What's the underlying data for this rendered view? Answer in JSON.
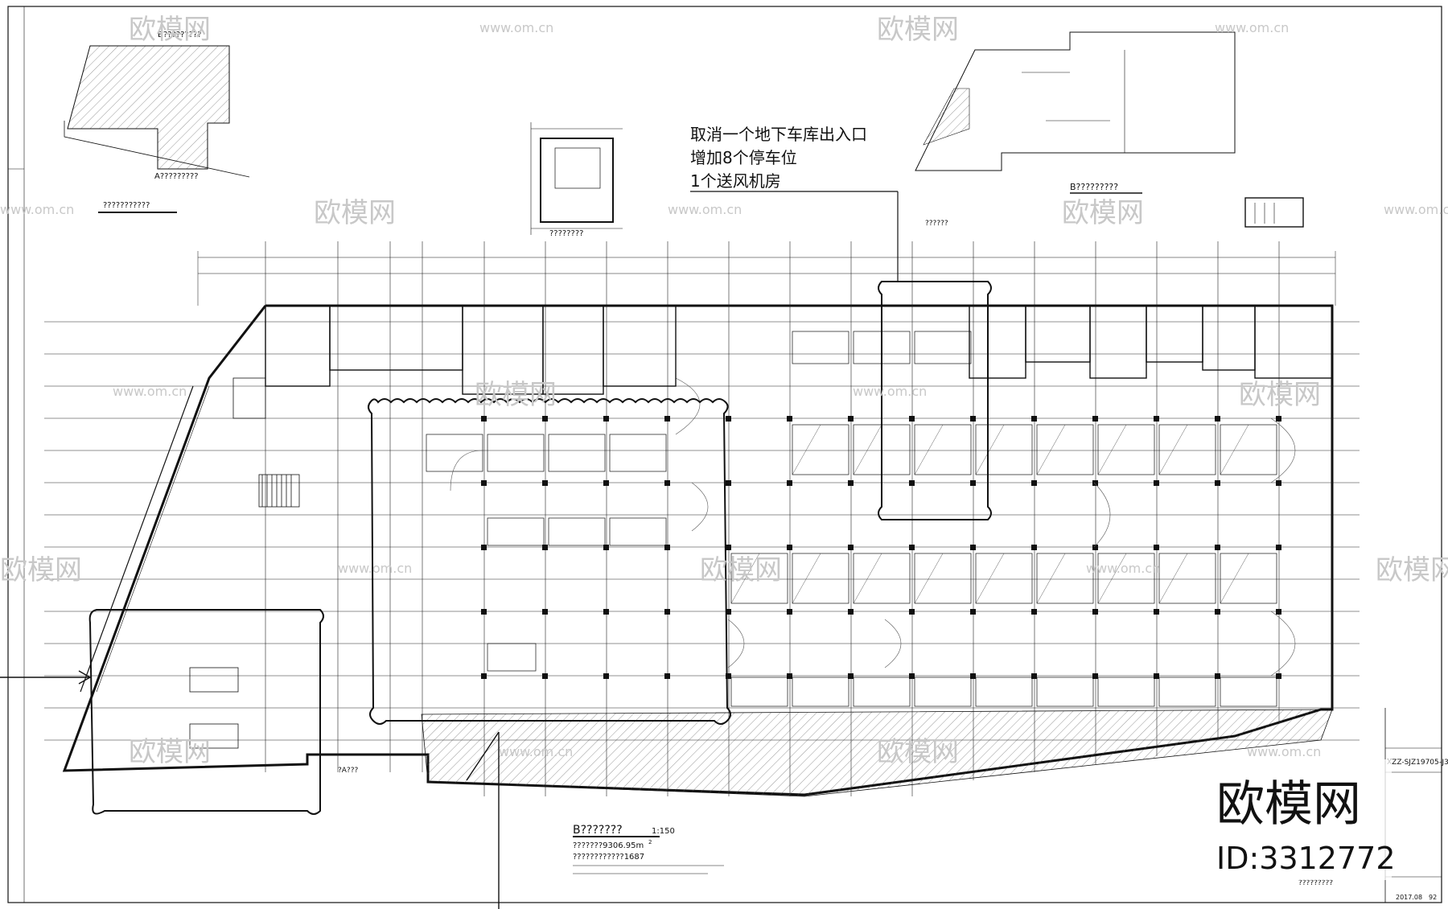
{
  "annotation": {
    "line1": "取消一个地下车库出入口",
    "line2": "增加8个停车位",
    "line3": "1个送风机房"
  },
  "titles": {
    "plan_title": "B???????",
    "plan_scale": "1:150",
    "plan_area": "???????9306.95m",
    "plan_area_sup": "2",
    "plan_count": "????????????1687",
    "key_plan_top": "B?????????",
    "key_plan_bottom": "A?????????",
    "key_plan_caption": "???????????",
    "inset_b_title": "B?????????",
    "inset_b_sub": "??????",
    "stair_caption": "????????",
    "left_small": "?A???",
    "bottom_right_note": "?????????"
  },
  "title_block": {
    "drawing_no": "XZZ-SJZ19705-J3",
    "sheet_date": "2017.08",
    "sheet_no": "92"
  },
  "watermark": {
    "brand": "欧模网",
    "url": "www.om.cn",
    "big_brand": "欧模网",
    "id_label": "ID:3312772"
  },
  "colors": {
    "line": "#111111",
    "hatch": "#555555",
    "watermark": "#c8c8c8"
  }
}
